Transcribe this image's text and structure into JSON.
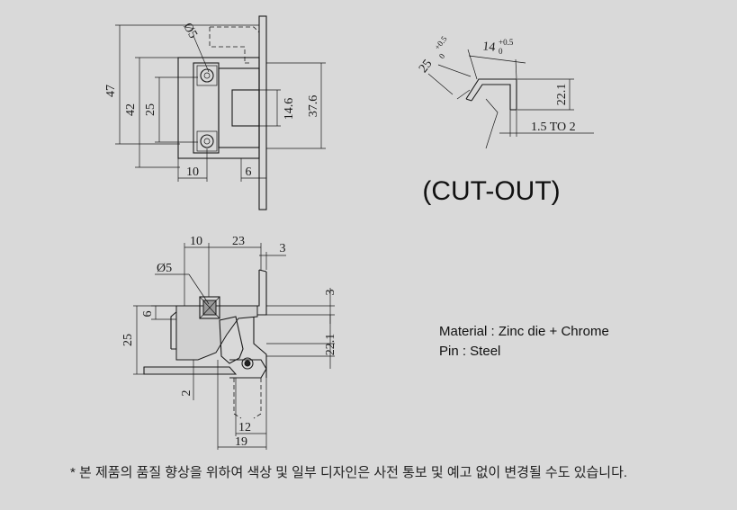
{
  "title_cutout": "(CUT-OUT)",
  "material": {
    "material_line": "Material  :  Zinc die + Chrome",
    "pin_line": "Pin  :  Steel"
  },
  "note": "* 본 제품의 품질 향상을 위하여 색상 및 일부 디자인은 사전 통보 및 예고 없이 변경될 수도 있습니다.",
  "front_view_dims": {
    "d47": "47",
    "d42": "42",
    "d25": "25",
    "d14_6": "14.6",
    "d37_6": "37.6",
    "d10": "10",
    "d6": "6",
    "dia5": "Ø5"
  },
  "cutout_dims": {
    "d25": "25",
    "d25_tol_up": "+0.5",
    "d25_tol_low": "0",
    "d14": "14",
    "d14_tol_up": "+0.5",
    "d14_tol_low": "0",
    "d22_1": "22.1",
    "d1_5to2": "1.5 TO 2"
  },
  "side_view_dims": {
    "d10": "10",
    "d23": "23",
    "d3_top": "3",
    "dia5": "Ø5",
    "d3_right": "3",
    "d6": "6",
    "d25": "25",
    "d22_1": "22.1",
    "d2": "2",
    "d12": "12",
    "d19": "19"
  },
  "colors": {
    "background": "#d9d9d9",
    "line": "#1a1a1a"
  }
}
